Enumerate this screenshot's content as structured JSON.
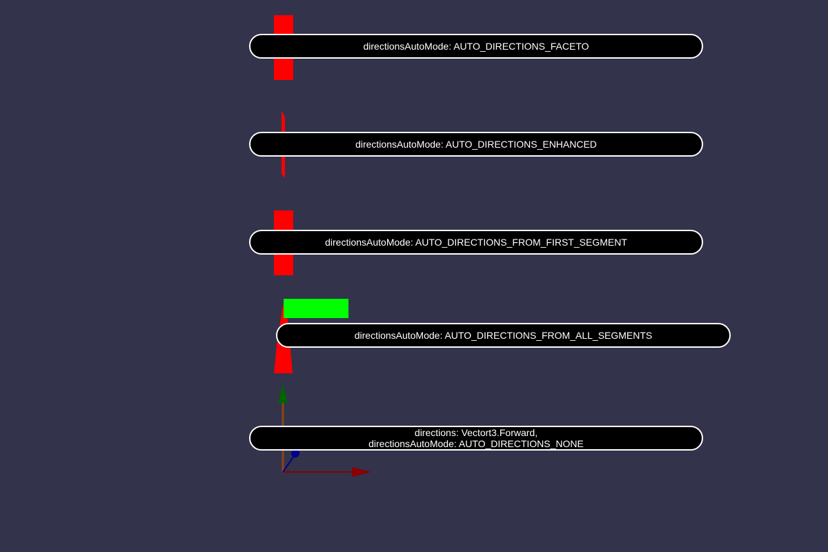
{
  "scene": {
    "background": "#33334c",
    "colors": {
      "ribbon": "#ff0000",
      "normal": "#00ff00",
      "axis_x": "#8b0000",
      "axis_y": "#006400",
      "axis_z": "#00008b",
      "label_bg": "#000000",
      "label_border": "#ffffff"
    }
  },
  "labels": [
    {
      "lines": [
        "directionsAutoMode: AUTO_DIRECTIONS_FACETO"
      ]
    },
    {
      "lines": [
        "directionsAutoMode: AUTO_DIRECTIONS_ENHANCED"
      ]
    },
    {
      "lines": [
        "directionsAutoMode: AUTO_DIRECTIONS_FROM_FIRST_SEGMENT"
      ]
    },
    {
      "lines": [
        "directionsAutoMode: AUTO_DIRECTIONS_FROM_ALL_SEGMENTS"
      ]
    },
    {
      "lines": [
        "directions: Vectort3.Forward,",
        "directionsAutoMode: AUTO_DIRECTIONS_NONE"
      ]
    }
  ]
}
